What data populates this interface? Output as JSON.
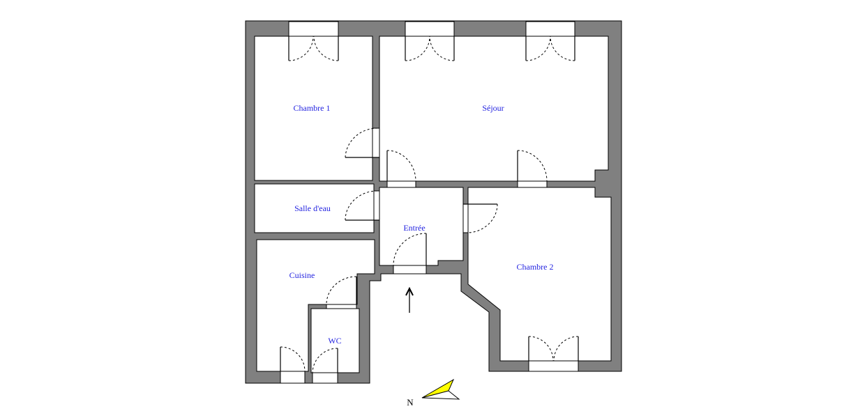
{
  "plan": {
    "rooms": {
      "chambre1": "Chambre 1",
      "sejour": "Séjour",
      "salle_eau": "Salle d'eau",
      "entree": "Entrée",
      "cuisine": "Cuisine",
      "wc": "WC",
      "chambre2": "Chambre 2"
    },
    "compass": {
      "label": "N",
      "color": "#ffff00"
    },
    "colors": {
      "wall": "#808080",
      "label": "#2424e0"
    }
  }
}
